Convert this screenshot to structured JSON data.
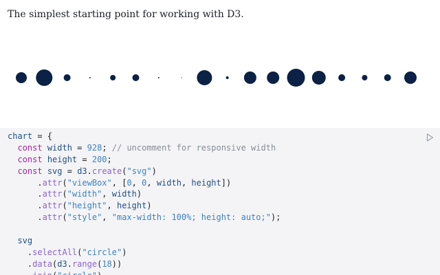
{
  "intro": {
    "text": "The simplest starting point for working with D3."
  },
  "chart_output": {
    "circle_color": "#0b2145",
    "radii": [
      8,
      12,
      5,
      1,
      4,
      5,
      1,
      0.6,
      11,
      2,
      9,
      9,
      13,
      10,
      5,
      4,
      5,
      9
    ]
  },
  "code_cell": {
    "run_icon": "play-icon",
    "lines": [
      [
        {
          "t": "chart",
          "c": "accent"
        },
        {
          "t": " = {",
          "c": "punct"
        }
      ],
      [
        {
          "t": "  ",
          "c": "punct"
        },
        {
          "t": "const",
          "c": "keyword"
        },
        {
          "t": " ",
          "c": "punct"
        },
        {
          "t": "width",
          "c": "accent"
        },
        {
          "t": " = ",
          "c": "punct"
        },
        {
          "t": "928",
          "c": "num"
        },
        {
          "t": "; ",
          "c": "punct"
        },
        {
          "t": "// uncomment for responsive width",
          "c": "comment"
        }
      ],
      [
        {
          "t": "  ",
          "c": "punct"
        },
        {
          "t": "const",
          "c": "keyword"
        },
        {
          "t": " ",
          "c": "punct"
        },
        {
          "t": "height",
          "c": "accent"
        },
        {
          "t": " = ",
          "c": "punct"
        },
        {
          "t": "200",
          "c": "num"
        },
        {
          "t": ";",
          "c": "punct"
        }
      ],
      [
        {
          "t": "  ",
          "c": "punct"
        },
        {
          "t": "const",
          "c": "keyword"
        },
        {
          "t": " ",
          "c": "punct"
        },
        {
          "t": "svg",
          "c": "accent"
        },
        {
          "t": " = ",
          "c": "punct"
        },
        {
          "t": "d3",
          "c": "accent"
        },
        {
          "t": ".",
          "c": "punct"
        },
        {
          "t": "create",
          "c": "prop"
        },
        {
          "t": "(",
          "c": "punct"
        },
        {
          "t": "\"svg\"",
          "c": "str"
        },
        {
          "t": ")",
          "c": "punct"
        }
      ],
      [
        {
          "t": "      .",
          "c": "punct"
        },
        {
          "t": "attr",
          "c": "prop"
        },
        {
          "t": "(",
          "c": "punct"
        },
        {
          "t": "\"viewBox\"",
          "c": "str"
        },
        {
          "t": ", [",
          "c": "punct"
        },
        {
          "t": "0",
          "c": "num"
        },
        {
          "t": ", ",
          "c": "punct"
        },
        {
          "t": "0",
          "c": "num"
        },
        {
          "t": ", ",
          "c": "punct"
        },
        {
          "t": "width",
          "c": "accent"
        },
        {
          "t": ", ",
          "c": "punct"
        },
        {
          "t": "height",
          "c": "accent"
        },
        {
          "t": "])",
          "c": "punct"
        }
      ],
      [
        {
          "t": "      .",
          "c": "punct"
        },
        {
          "t": "attr",
          "c": "prop"
        },
        {
          "t": "(",
          "c": "punct"
        },
        {
          "t": "\"width\"",
          "c": "str"
        },
        {
          "t": ", ",
          "c": "punct"
        },
        {
          "t": "width",
          "c": "accent"
        },
        {
          "t": ")",
          "c": "punct"
        }
      ],
      [
        {
          "t": "      .",
          "c": "punct"
        },
        {
          "t": "attr",
          "c": "prop"
        },
        {
          "t": "(",
          "c": "punct"
        },
        {
          "t": "\"height\"",
          "c": "str"
        },
        {
          "t": ", ",
          "c": "punct"
        },
        {
          "t": "height",
          "c": "accent"
        },
        {
          "t": ")",
          "c": "punct"
        }
      ],
      [
        {
          "t": "      .",
          "c": "punct"
        },
        {
          "t": "attr",
          "c": "prop"
        },
        {
          "t": "(",
          "c": "punct"
        },
        {
          "t": "\"style\"",
          "c": "str"
        },
        {
          "t": ", ",
          "c": "punct"
        },
        {
          "t": "\"max-width: 100%; height: auto;\"",
          "c": "str"
        },
        {
          "t": ");",
          "c": "punct"
        }
      ],
      [],
      [
        {
          "t": "  ",
          "c": "punct"
        },
        {
          "t": "svg",
          "c": "accent"
        }
      ],
      [
        {
          "t": "    .",
          "c": "punct"
        },
        {
          "t": "selectAll",
          "c": "prop"
        },
        {
          "t": "(",
          "c": "punct"
        },
        {
          "t": "\"circle\"",
          "c": "str"
        },
        {
          "t": ")",
          "c": "punct"
        }
      ],
      [
        {
          "t": "    .",
          "c": "punct"
        },
        {
          "t": "data",
          "c": "prop"
        },
        {
          "t": "(",
          "c": "punct"
        },
        {
          "t": "d3",
          "c": "accent"
        },
        {
          "t": ".",
          "c": "punct"
        },
        {
          "t": "range",
          "c": "prop"
        },
        {
          "t": "(",
          "c": "punct"
        },
        {
          "t": "18",
          "c": "num"
        },
        {
          "t": "))",
          "c": "punct"
        }
      ],
      [
        {
          "t": "    .",
          "c": "punct"
        },
        {
          "t": "join",
          "c": "prop"
        },
        {
          "t": "(",
          "c": "punct"
        },
        {
          "t": "\"circle\"",
          "c": "str"
        },
        {
          "t": ")",
          "c": "punct"
        }
      ]
    ]
  }
}
